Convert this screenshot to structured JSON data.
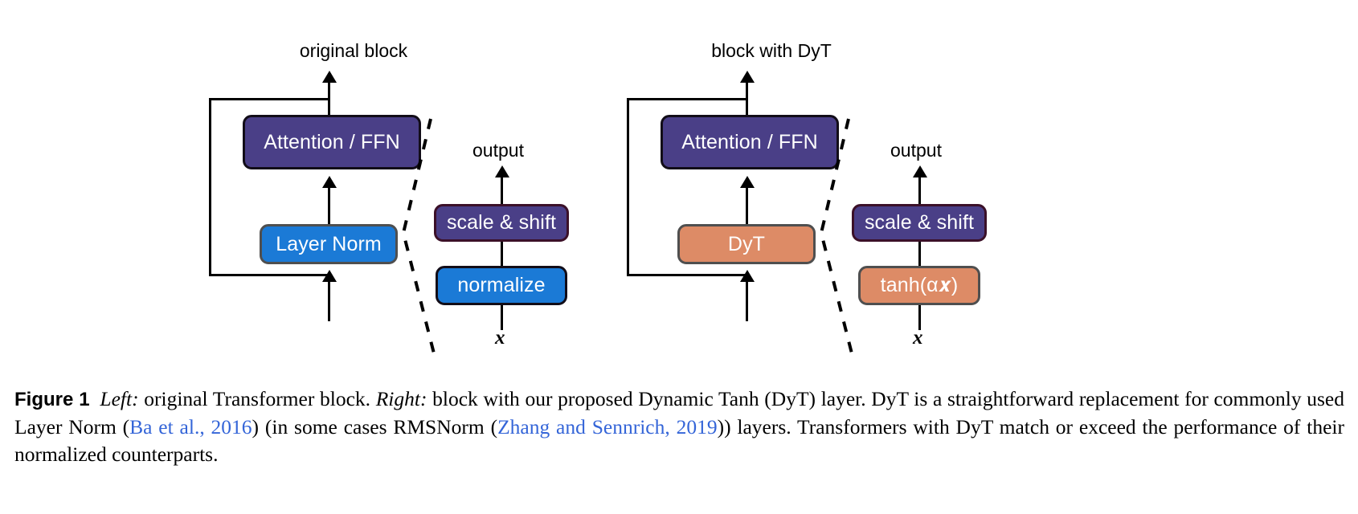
{
  "figure": {
    "label": "Figure 1",
    "panels": [
      {
        "id": "left",
        "title": "original block",
        "sub_title": "output",
        "block_nodes": [
          {
            "name": "attention-ffn",
            "label": "Attention / FFN"
          },
          {
            "name": "layer-norm",
            "label": "Layer Norm"
          }
        ],
        "detail_nodes": [
          {
            "name": "scale-and-shift",
            "label": "scale & shift"
          },
          {
            "name": "normalize",
            "label": "normalize"
          }
        ],
        "input_label": "x"
      },
      {
        "id": "right",
        "title": "block with DyT",
        "sub_title": "output",
        "block_nodes": [
          {
            "name": "attention-ffn",
            "label": "Attention / FFN"
          },
          {
            "name": "dyt",
            "label": "DyT"
          }
        ],
        "detail_nodes": [
          {
            "name": "scale-and-shift",
            "label": "scale & shift"
          },
          {
            "name": "tanh",
            "label": "tanh(α𝒙)"
          }
        ],
        "input_label": "x"
      }
    ]
  },
  "caption": {
    "figure_label": "Figure 1",
    "segments": [
      {
        "text": "Left:",
        "style": "italic"
      },
      {
        "text": " original Transformer block. ",
        "style": "normal"
      },
      {
        "text": "Right:",
        "style": "italic"
      },
      {
        "text": " block with our proposed Dynamic Tanh (DyT) layer. DyT is a straightforward replacement for commonly used Layer Norm (",
        "style": "normal"
      },
      {
        "text": "Ba et al., 2016",
        "style": "cite"
      },
      {
        "text": ") (in some cases RMSNorm (",
        "style": "normal"
      },
      {
        "text": "Zhang and Sennrich, 2019",
        "style": "cite"
      },
      {
        "text": ")) layers. Transformers with DyT match or exceed the performance of their normalized counterparts.",
        "style": "normal"
      }
    ]
  },
  "colors": {
    "attention_ffn": "#4a3f87",
    "layer_norm": "#1b7ad6",
    "dyt": "#dd8b66",
    "scale_shift": "#4a3f87",
    "normalize": "#1b7ad6",
    "tanh": "#dd8b66",
    "citation_link": "#3465d8",
    "stroke": "#000000",
    "background": "#ffffff"
  }
}
